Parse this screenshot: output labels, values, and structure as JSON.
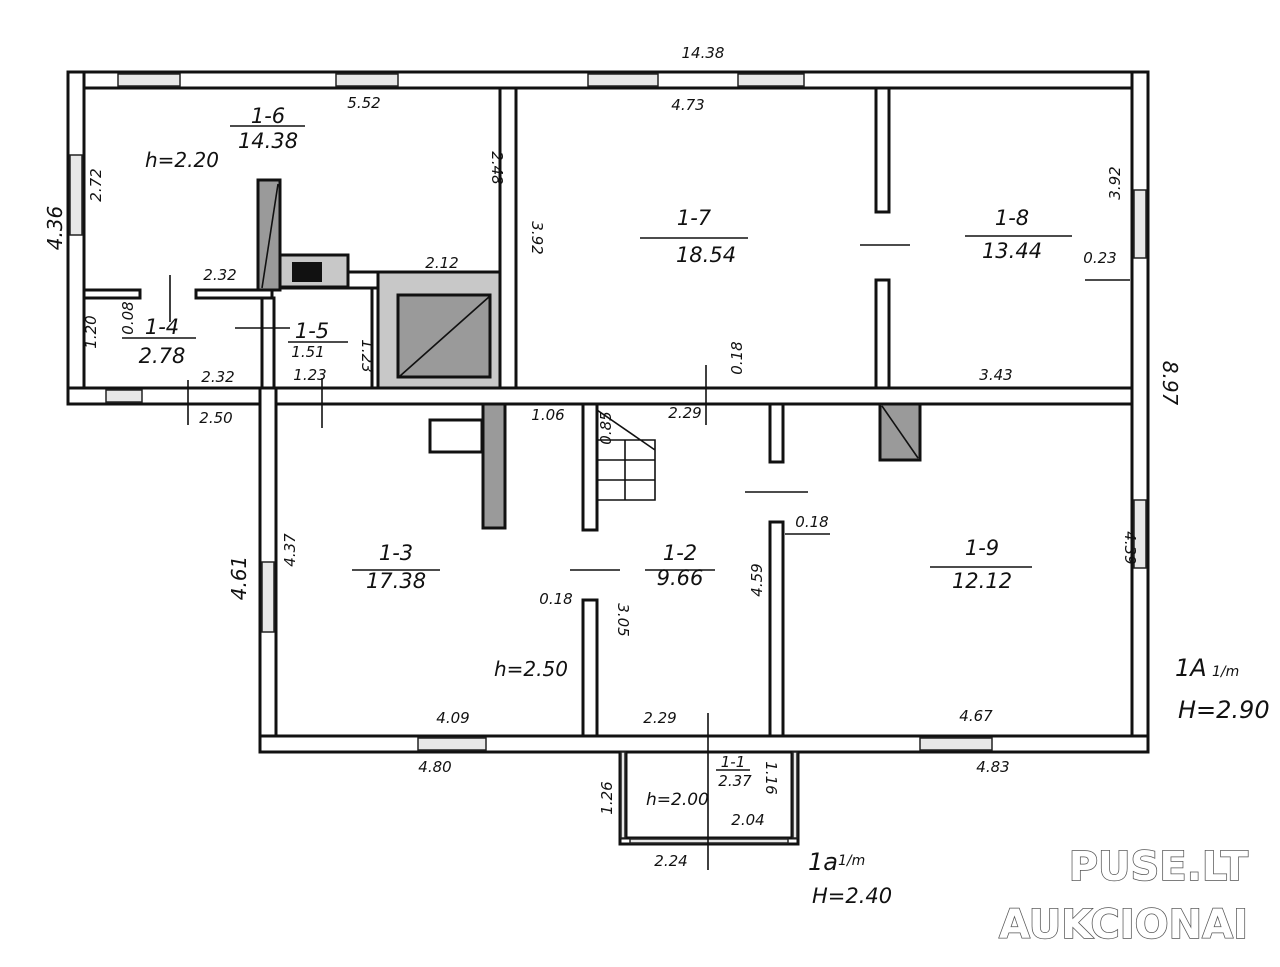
{
  "rooms": [
    {
      "id": "1-6",
      "area": "14.38"
    },
    {
      "id": "1-7",
      "area": "18.54"
    },
    {
      "id": "1-8",
      "area": "13.44"
    },
    {
      "id": "1-4",
      "area": "2.78"
    },
    {
      "id": "1-5",
      "area": "1.51"
    },
    {
      "id": "1-3",
      "area": "17.38"
    },
    {
      "id": "1-2",
      "area": "9.66"
    },
    {
      "id": "1-9",
      "area": "12.12"
    },
    {
      "id": "1-1",
      "area": "2.37"
    }
  ],
  "dimensions": [
    "14.38",
    "5.52",
    "4.73",
    "4.36",
    "2.72",
    "2.48",
    "3.92",
    "3.92",
    "0.23",
    "8.97",
    "2.32",
    "2.12",
    "0.08",
    "1.20",
    "2.32",
    "1.23",
    "1.23",
    "2.50",
    "1.06",
    "2.29",
    "0.18",
    "0.85",
    "3.43",
    "4.61",
    "4.37",
    "0.18",
    "3.05",
    "4.59",
    "0.18",
    "4.39",
    "4.09",
    "2.29",
    "4.67",
    "4.80",
    "4.83",
    "1.26",
    "1.16",
    "2.04",
    "2.24"
  ],
  "heights": [
    "h=2.20",
    "h=2.50",
    "h=2.00"
  ],
  "annotations": {
    "main_code": "1A",
    "main_frac": "1/m",
    "main_height": "H=2.90",
    "porch_code": "1a",
    "porch_frac": "1/m",
    "porch_height": "H=2.40"
  },
  "watermark": [
    "PUSE.LT",
    "AUKCIONAI"
  ]
}
